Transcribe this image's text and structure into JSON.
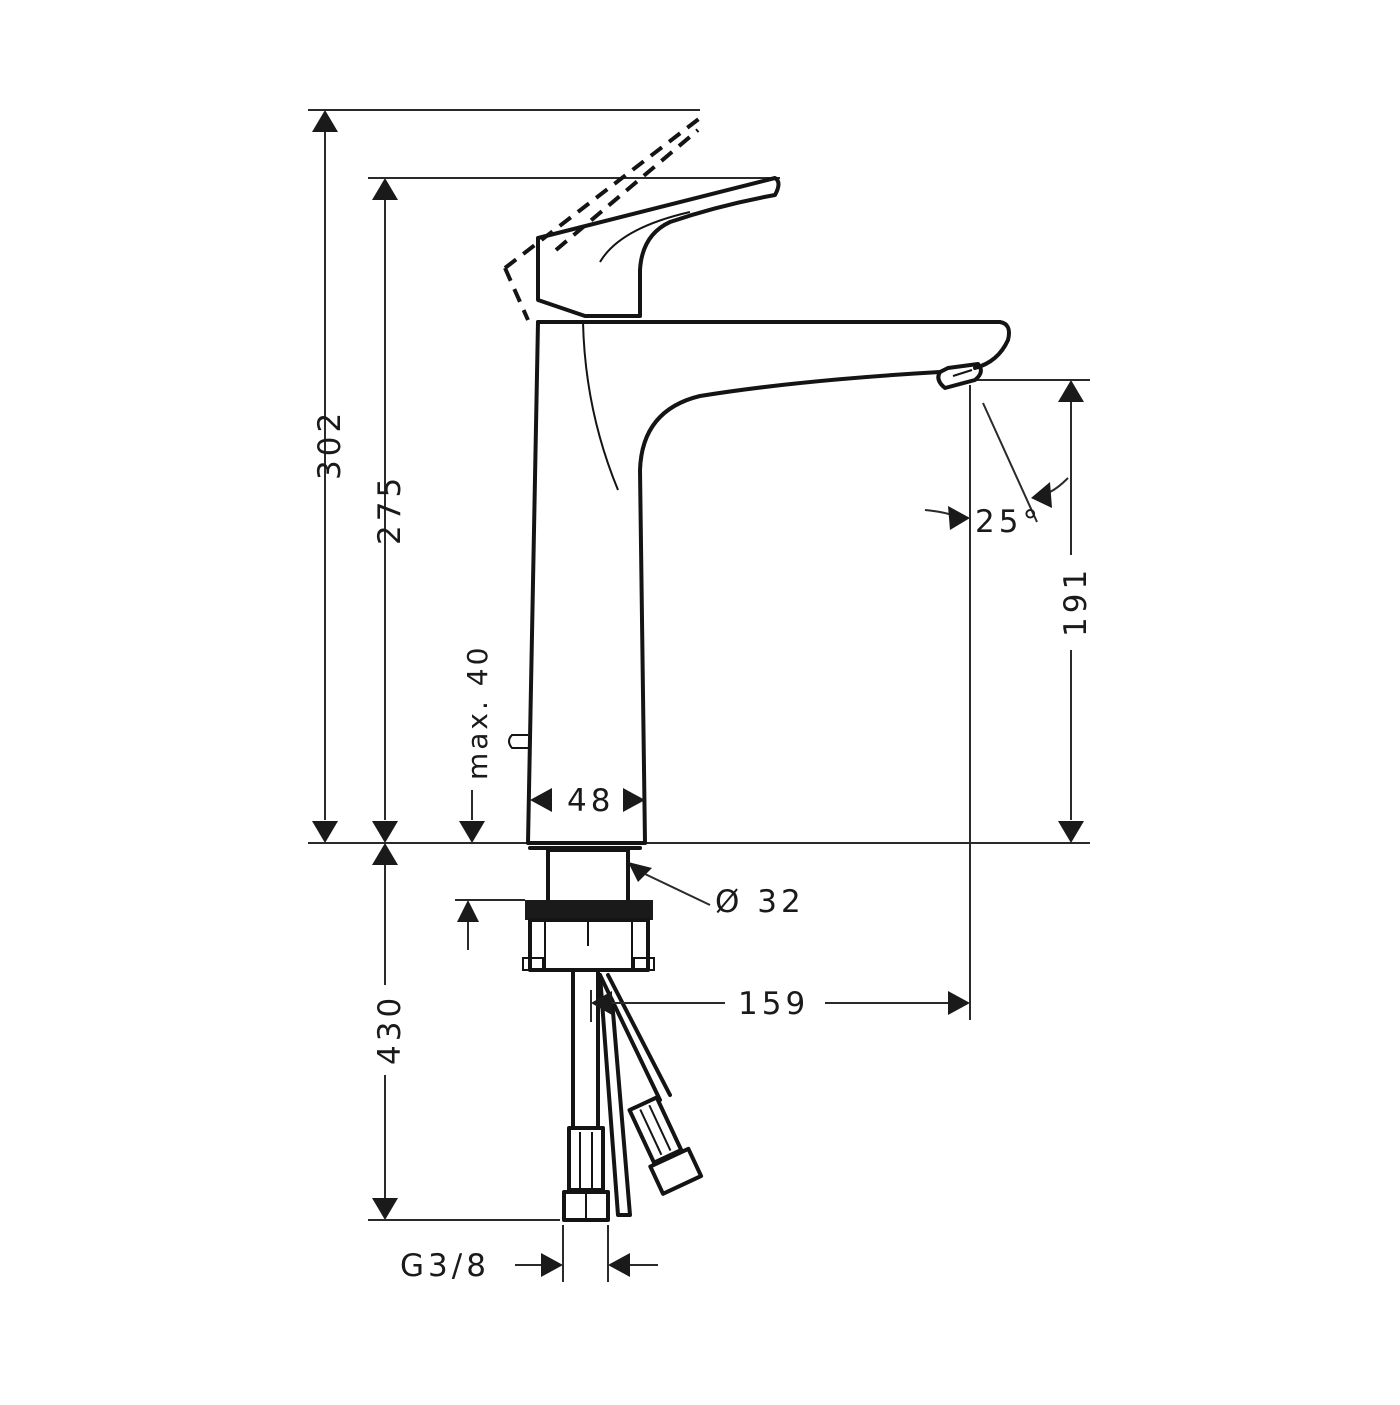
{
  "drawing": {
    "subject": "Single-lever basin mixer tap, technical dimension drawing",
    "units": "mm",
    "colors": {
      "line": "#141414",
      "background": "#ffffff"
    }
  },
  "dimensions": {
    "total_height_lever_raised": "302",
    "height_to_lever_top": "275",
    "spout_height": "191",
    "spout_reach": "159",
    "body_width": "48",
    "thread_diameter": "Ø 32",
    "max_deck_thickness": "max. 40",
    "hose_length": "430",
    "spout_angle": "25°",
    "connection_thread": "G3/8"
  }
}
